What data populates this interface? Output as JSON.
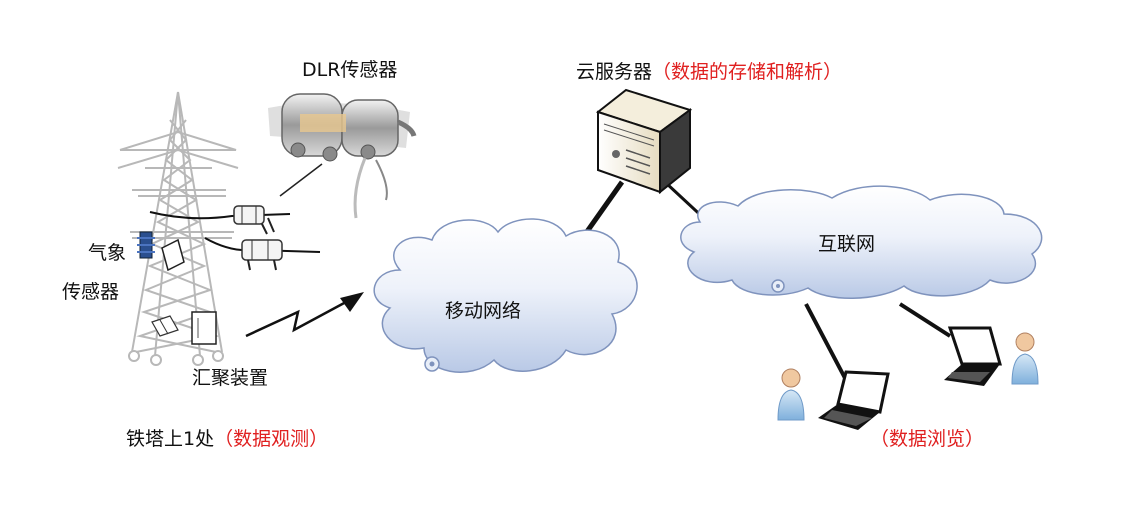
{
  "labels": {
    "dlr_sensor": "DLR传感器",
    "cloud_server": "云服务器",
    "cloud_server_note": "（数据的存储和解析）",
    "internet": "互联网",
    "mobile_network": "移动网络",
    "weather_sensor_line1": "气象",
    "weather_sensor_line2": "传感器",
    "aggregator": "汇聚装置",
    "tower_location": "铁塔上1处",
    "tower_location_note": "（数据观测）",
    "browse_note": "（数据浏览）"
  },
  "colors": {
    "note_red": "#e02020",
    "cloud_fill_top": "#ffffff",
    "cloud_fill_bottom": "#b9c9e6",
    "cloud_stroke": "#7f93bd"
  },
  "icons": {
    "tower": "transmission-tower-icon",
    "dlr": "dlr-sensor-photo",
    "server": "server-icon",
    "laptop": "laptop-icon",
    "person": "person-icon",
    "wireless": "wireless-signal-icon"
  }
}
